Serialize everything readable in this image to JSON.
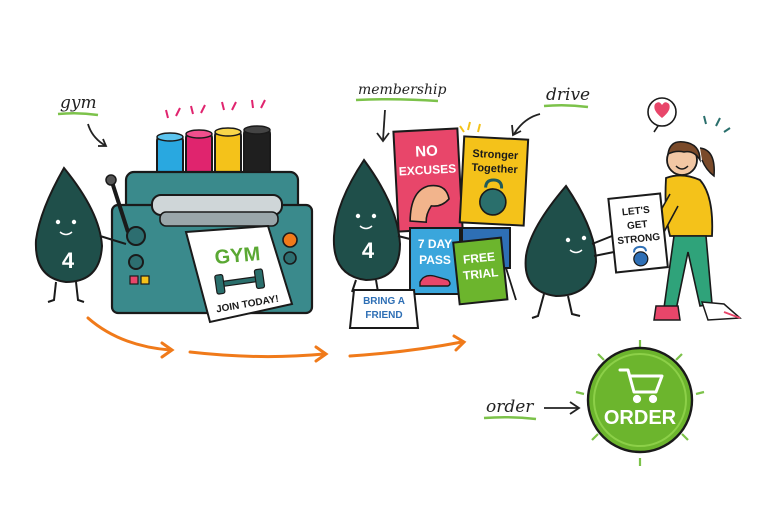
{
  "labels": {
    "gym": "gym",
    "membership": "membership",
    "drive": "drive",
    "order": "order"
  },
  "characters": {
    "drop_number": "4"
  },
  "printer": {
    "poster_title": "GYM",
    "poster_cta": "JOIN TODAY!"
  },
  "posters": {
    "no_excuses": [
      "NO",
      "EXCUSES"
    ],
    "stronger_together": [
      "Stronger",
      "Together"
    ],
    "day_pass": [
      "7 DAY",
      "PASS"
    ],
    "free_trial": [
      "FREE",
      "TRIAL"
    ],
    "bring_a_friend": [
      "BRING A",
      "FRIEND"
    ]
  },
  "sign": {
    "lines": [
      "LET'S",
      "GET",
      "STRONG"
    ]
  },
  "order_button": {
    "label": "ORDER"
  },
  "colors": {
    "drop": "#1f4f4a",
    "arrow": "#f07a1a",
    "printer": "#3a8a8c",
    "order_green": "#6cb52d",
    "underline_green": "#7cc24a",
    "heart": "#e8466a"
  },
  "icons": [
    "ink-drop-icon",
    "dumbbell-icon",
    "kettlebell-icon",
    "sneaker-icon",
    "heart-icon",
    "shopping-cart-icon"
  ]
}
